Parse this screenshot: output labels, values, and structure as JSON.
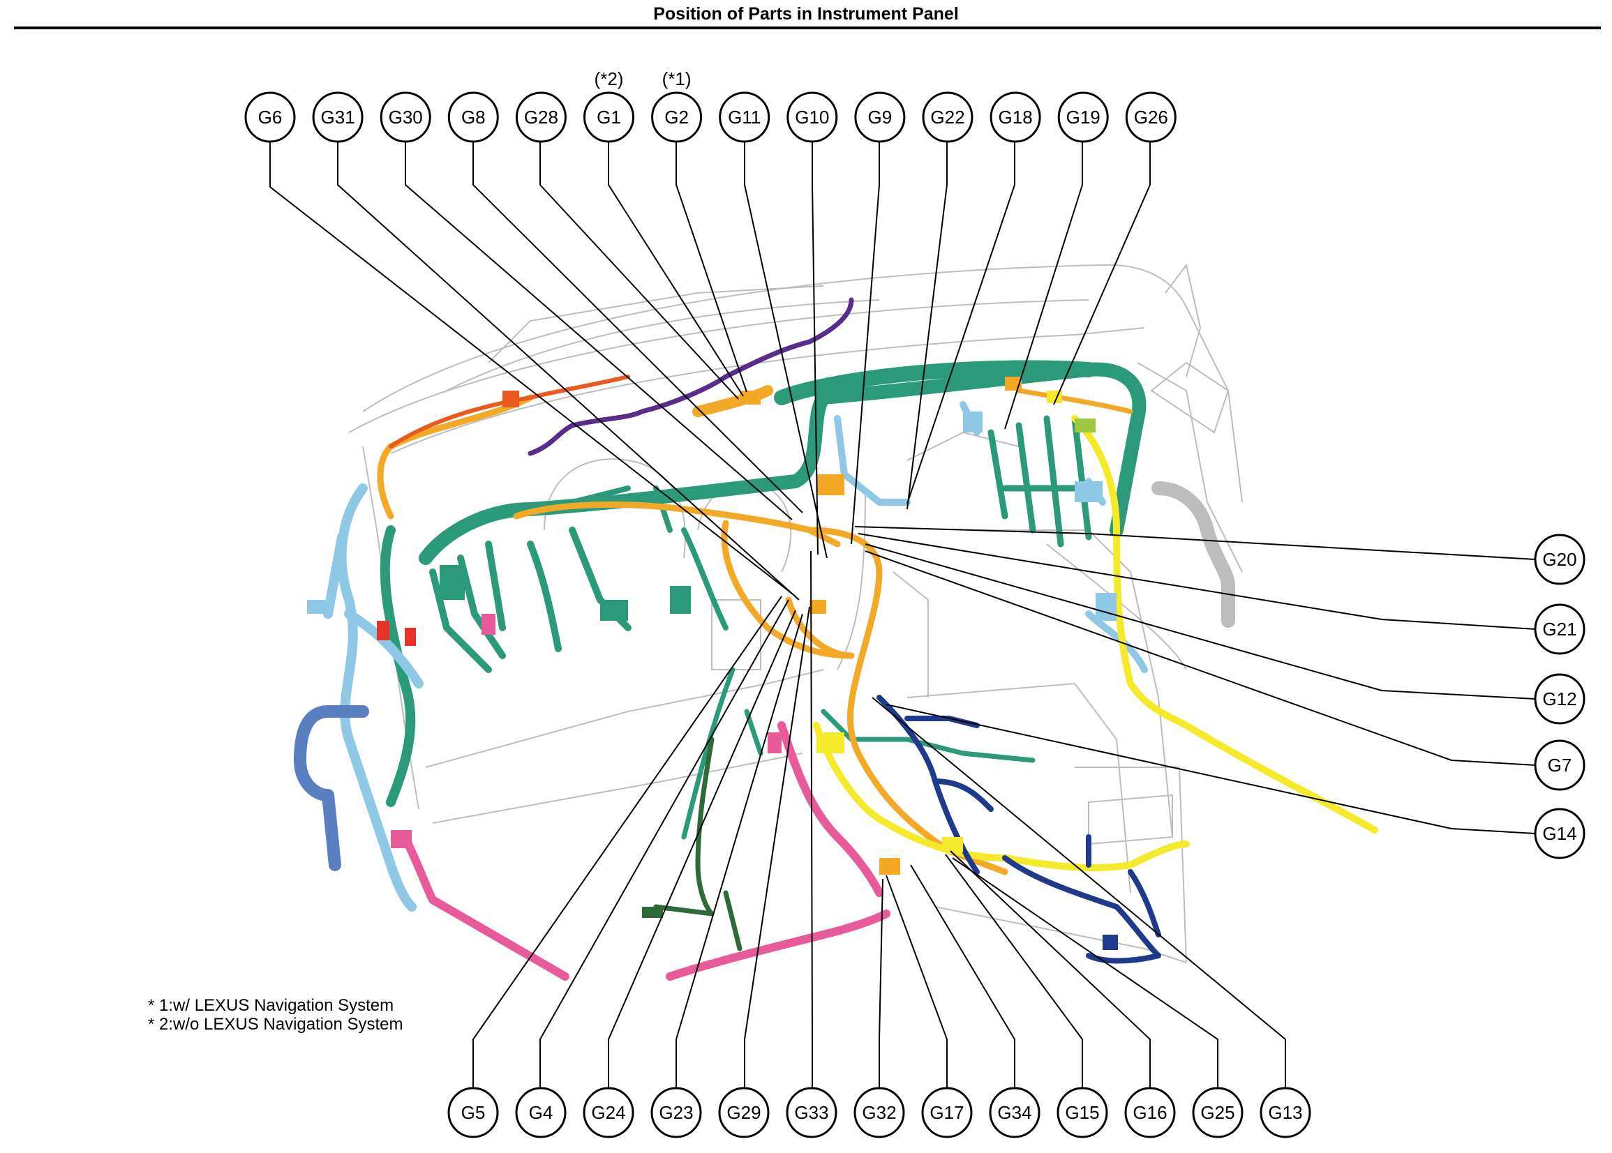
{
  "title": "Position of Parts in Instrument Panel",
  "callouts_top": [
    {
      "label": "G6"
    },
    {
      "label": "G31"
    },
    {
      "label": "G30"
    },
    {
      "label": "G8"
    },
    {
      "label": "G28"
    },
    {
      "label": "G1",
      "note": "(*2)"
    },
    {
      "label": "G2",
      "note": "(*1)"
    },
    {
      "label": "G11"
    },
    {
      "label": "G10"
    },
    {
      "label": "G9"
    },
    {
      "label": "G22"
    },
    {
      "label": "G18"
    },
    {
      "label": "G19"
    },
    {
      "label": "G26"
    }
  ],
  "callouts_right": [
    {
      "label": "G20"
    },
    {
      "label": "G21"
    },
    {
      "label": "G12"
    },
    {
      "label": "G7"
    },
    {
      "label": "G14"
    }
  ],
  "callouts_bottom": [
    {
      "label": "G5"
    },
    {
      "label": "G4"
    },
    {
      "label": "G24"
    },
    {
      "label": "G23"
    },
    {
      "label": "G29"
    },
    {
      "label": "G33"
    },
    {
      "label": "G32"
    },
    {
      "label": "G17"
    },
    {
      "label": "G34"
    },
    {
      "label": "G15"
    },
    {
      "label": "G16"
    },
    {
      "label": "G25"
    },
    {
      "label": "G13"
    }
  ],
  "notes": [
    "* 1:w/ LEXUS Navigation System",
    "* 2:w/o LEXUS Navigation System"
  ],
  "harness_colors": {
    "teal": "#2a9a7a",
    "orange": "#f3a826",
    "light_blue": "#8fc8e4",
    "purple": "#5a2d8c",
    "pink": "#e85a9a",
    "yellow": "#f4ea2a",
    "navy": "#1f3a8c",
    "dark_green": "#2f6b3a",
    "red_orange": "#ea5a1e",
    "steel_blue": "#5a7fc0"
  }
}
